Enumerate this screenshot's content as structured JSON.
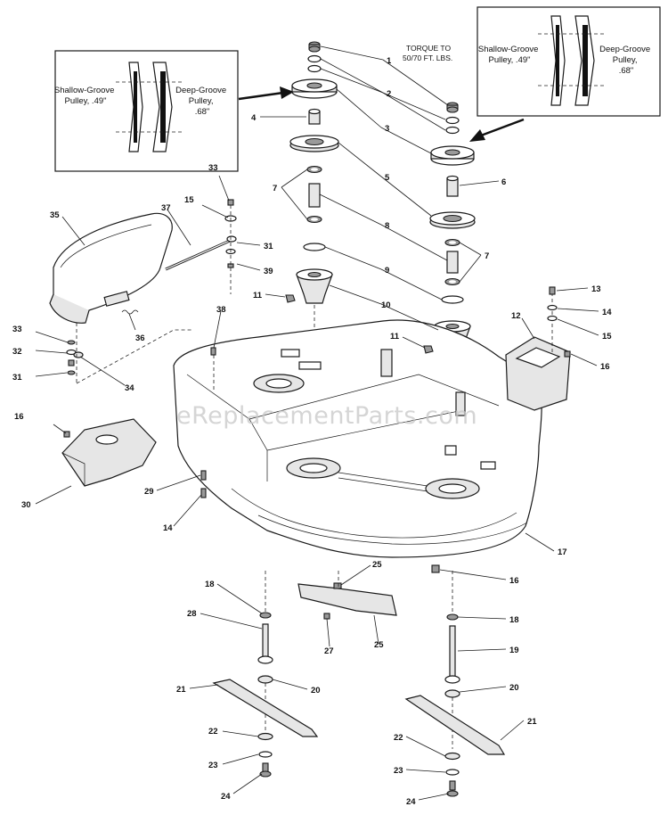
{
  "watermark": "eReplacementParts.com",
  "torque_note": [
    "TORQUE TO",
    "50/70 FT. LBS."
  ],
  "inset_left": {
    "shallow_label": [
      "Shallow-Groove",
      "Pulley, .49\""
    ],
    "deep_label": [
      "Deep-Groove",
      "Pulley,",
      ".68\""
    ]
  },
  "inset_right": {
    "shallow_label": [
      "Shallow-Groove",
      "Pulley, .49\""
    ],
    "deep_label": [
      "Deep-Groove",
      "Pulley,",
      ".68\""
    ]
  },
  "callouts": {
    "c1": "1",
    "c2": "2",
    "c3": "3",
    "c4": "4",
    "c5": "5",
    "c6": "6",
    "c7a": "7",
    "c7b": "7",
    "c8": "8",
    "c9": "9",
    "c10": "10",
    "c11a": "11",
    "c11b": "11",
    "c12": "12",
    "c13": "13",
    "c14a": "14",
    "c14b": "14",
    "c15a": "15",
    "c15b": "15",
    "c16a": "16",
    "c16b": "16",
    "c16c": "16",
    "c17": "17",
    "c18a": "18",
    "c18b": "18",
    "c19": "19",
    "c20a": "20",
    "c20b": "20",
    "c21a": "21",
    "c21b": "21",
    "c22a": "22",
    "c22b": "22",
    "c23a": "23",
    "c23b": "23",
    "c24a": "24",
    "c24b": "24",
    "c25a": "25",
    "c25b": "25",
    "c27": "27",
    "c28": "28",
    "c29": "29",
    "c30": "30",
    "c31a": "31",
    "c31b": "31",
    "c32": "32",
    "c33a": "33",
    "c33b": "33",
    "c34": "34",
    "c35": "35",
    "c36": "36",
    "c37": "37",
    "c38": "38",
    "c39": "39"
  }
}
